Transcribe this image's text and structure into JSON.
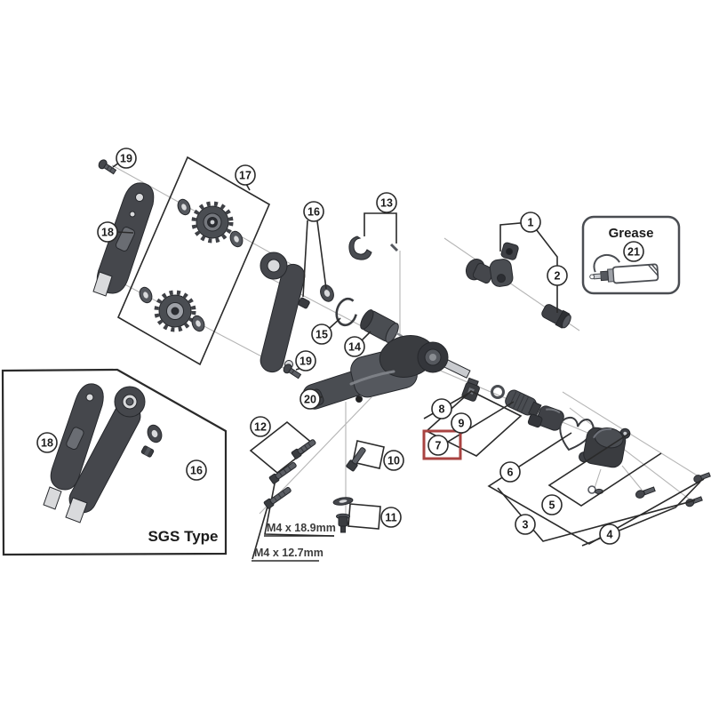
{
  "diagram": {
    "type": "exploded-parts-diagram",
    "highlighted_part": "7",
    "callouts": {
      "n1": "1",
      "n2": "2",
      "n3": "3",
      "n4": "4",
      "n5": "5",
      "n6": "6",
      "n7": "7",
      "n8": "8",
      "n9": "9",
      "n10": "10",
      "n11": "11",
      "n12": "12",
      "n13": "13",
      "n14": "14",
      "n15": "15",
      "n16a": "16",
      "n16b": "16",
      "n17": "17",
      "n18a": "18",
      "n18b": "18",
      "n19a": "19",
      "n19b": "19",
      "n20": "20",
      "n21": "21"
    },
    "boxes": {
      "grease_label": "Grease",
      "sgs_label": "SGS Type"
    },
    "dimensions": {
      "bolt_long": "M4 x 18.9mm",
      "bolt_short": "M4 x 12.7mm"
    },
    "colors": {
      "highlight": "#a94341",
      "line": "#2a2a2a",
      "axis": "#b5b5b5",
      "part_dark": "#3f4146",
      "part_mid": "#5a5d63",
      "background": "#ffffff"
    }
  }
}
